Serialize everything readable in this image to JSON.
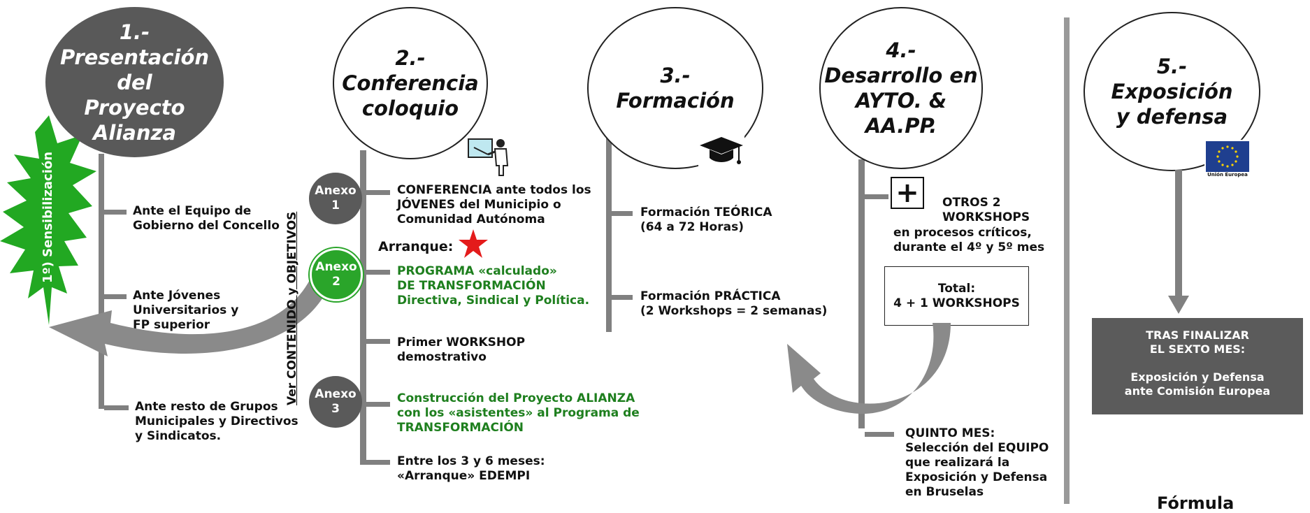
{
  "stages": {
    "s1": "1.-\nPresentación\ndel\nProyecto\nAlianza",
    "s2": "2.-\nConferencia\ncoloquio",
    "s3": "3.-\nFormación",
    "s4": "4.-\nDesarrollo en\nAYTO. &\nAA.PP.",
    "s5": "5.-\nExposición\ny defensa"
  },
  "sensibilizacion": "1º) Sensibilización",
  "stage1_items": [
    "Ante el Equipo de\nGobierno del Concello",
    "Ante Jóvenes\nUniversitarios y\nFP superior",
    "Ante resto de Grupos\nMunicipales y Directivos\ny Sindicatos."
  ],
  "ver_contenido": "Ver CONTENIDO y OBJETIVOS",
  "anexos": [
    "Anexo\n1",
    "Anexo\n2",
    "Anexo\n3"
  ],
  "arranque_label": "Arranque:",
  "stage2_items": [
    "CONFERENCIA ante todos los\nJÓVENES del Municipio o\nComunidad Autónoma",
    "PROGRAMA «calculado»\nDE TRANSFORMACIÓN\nDirectiva, Sindical y Política.",
    "Primer WORKSHOP\ndemostrativo",
    "Construcción del Proyecto ALIANZA\ncon los «asistentes» al Programa de\nTRANSFORMACIÓN",
    "Entre los 3 y 6 meses:\n«Arranque» EDEMPI"
  ],
  "stage3_items": [
    "Formación TEÓRICA\n(64 a 72 Horas)",
    "Formación PRÁCTICA\n(2 Workshops = 2 semanas)"
  ],
  "stage4": {
    "plus": "+",
    "otros_head": "OTROS 2\nWORKSHOPS",
    "otros_rest": "en procesos críticos,\ndurante el 4º y 5º mes",
    "total": "Total:\n4 + 1 WORKSHOPS",
    "quinto": "QUINTO MES:\nSelección del EQUIPO\nque realizará la\nExposición y Defensa\nen Bruselas"
  },
  "stage5": {
    "eu_label": "Unión Europea",
    "box": "TRAS  FINALIZAR\nEL  SEXTO MES:\n\nExposición y Defensa\nante Comisión Europea",
    "formula": "Fórmula"
  },
  "colors": {
    "dark_circle": "#595959",
    "connector": "#808080",
    "green_text": "#1e7f1e",
    "burst": "#22a822",
    "star": "#e41b1b",
    "eu_blue": "#1f3f8f",
    "box_dark": "#5b5b5b"
  },
  "icons": [
    "presenter-icon",
    "graduation-cap-icon",
    "eu-flag-icon",
    "red-star-icon",
    "plus-icon"
  ]
}
